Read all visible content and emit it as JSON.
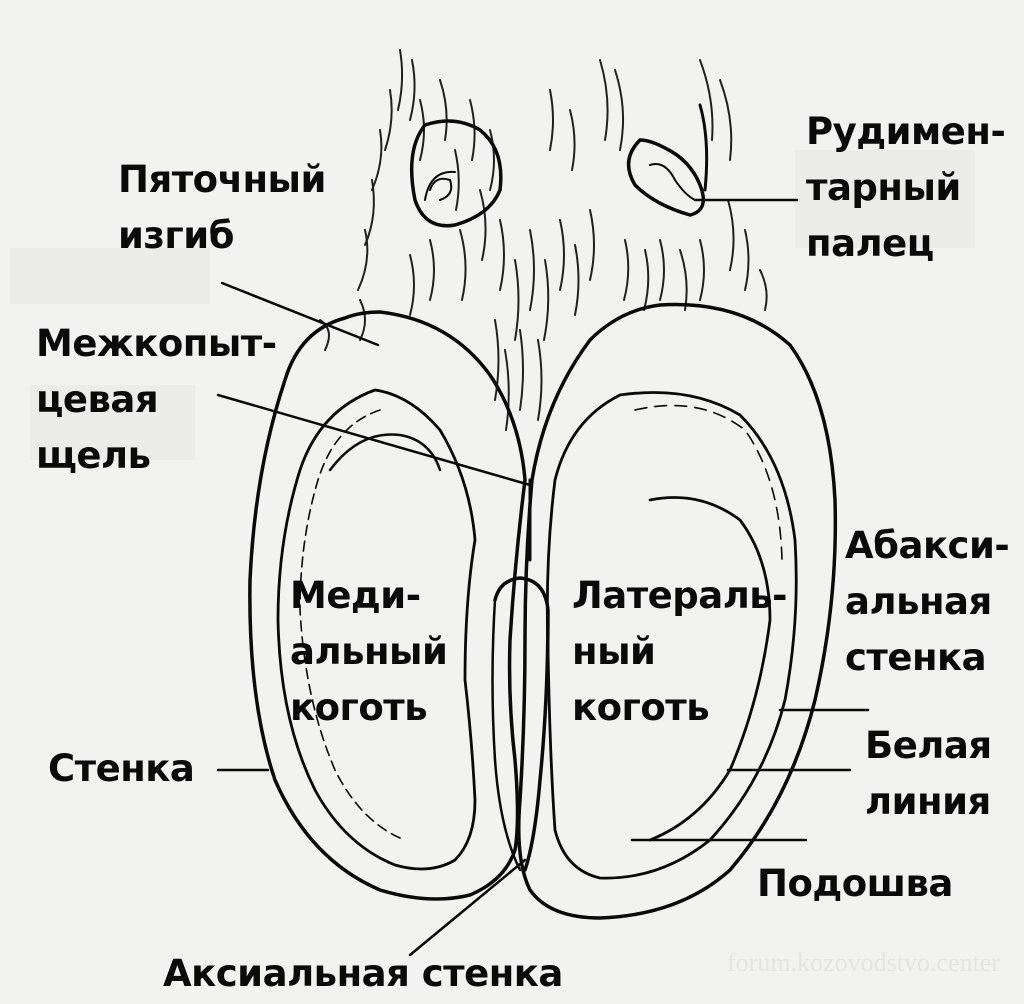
{
  "diagram": {
    "subject": "Goat hoof, solar view",
    "labels": {
      "heel_bulb": [
        "Пяточный",
        "изгиб"
      ],
      "dewclaw": [
        "Рудимен-",
        "тарный",
        "палец"
      ],
      "interdigital_cleft": [
        "Межкопыт-",
        "цевая",
        "щель"
      ],
      "medial_claw": [
        "Меди-",
        "альный",
        "коготь"
      ],
      "lateral_claw": [
        "Латераль-",
        "ный",
        "коготь"
      ],
      "abaxial_wall": [
        "Абакси-",
        "альная",
        "стенка"
      ],
      "white_line": [
        "Белая",
        "линия"
      ],
      "wall": "Стенка",
      "sole": "Подошва",
      "axial_wall": "Аксиальная стенка"
    },
    "watermark": "forum.kozovodstvo.center",
    "colors": {
      "background": "#f2f2f1",
      "ink": "#0a0a0a"
    }
  }
}
